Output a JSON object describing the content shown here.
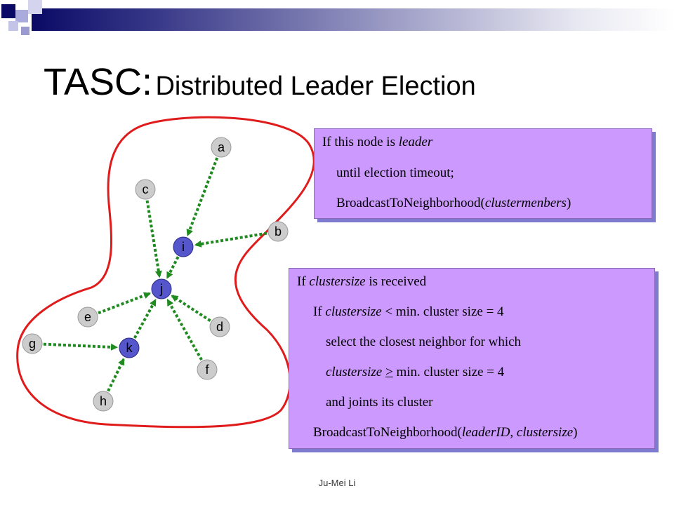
{
  "title": {
    "main": "TASC:",
    "sub": "Distributed Leader Election"
  },
  "nodes": [
    {
      "id": "a",
      "label": "a",
      "style": "plain"
    },
    {
      "id": "b",
      "label": "b",
      "style": "plain"
    },
    {
      "id": "c",
      "label": "c",
      "style": "plain"
    },
    {
      "id": "i",
      "label": "i",
      "style": "blue"
    },
    {
      "id": "j",
      "label": "j",
      "style": "blue"
    },
    {
      "id": "e",
      "label": "e",
      "style": "plain"
    },
    {
      "id": "d",
      "label": "d",
      "style": "plain"
    },
    {
      "id": "g",
      "label": "g",
      "style": "plain"
    },
    {
      "id": "k",
      "label": "k",
      "style": "blue"
    },
    {
      "id": "f",
      "label": "f",
      "style": "plain"
    },
    {
      "id": "h",
      "label": "h",
      "style": "plain"
    }
  ],
  "edges": [
    {
      "from": "a",
      "to": "i"
    },
    {
      "from": "b",
      "to": "i"
    },
    {
      "from": "c",
      "to": "j"
    },
    {
      "from": "i",
      "to": "j"
    },
    {
      "from": "e",
      "to": "j"
    },
    {
      "from": "d",
      "to": "j"
    },
    {
      "from": "f",
      "to": "j"
    },
    {
      "from": "k",
      "to": "j"
    },
    {
      "from": "g",
      "to": "k"
    },
    {
      "from": "h",
      "to": "k"
    }
  ],
  "box1": {
    "l1_a": "If this node is ",
    "l1_b": "leader",
    "l2": "until election timeout;",
    "l3_a": "BroadcastToNeighborhood(",
    "l3_b": "clustermenbers",
    "l3_c": ")"
  },
  "box2": {
    "l1_a": "If ",
    "l1_b": "clustersize",
    "l1_c": " is received",
    "l2_a": "If ",
    "l2_b": "clustersize",
    "l2_c": " < min. cluster size = 4",
    "l3": "select the closest neighbor for which",
    "l4_a": "clustersize",
    "l4_b": " ",
    "l4_c": ">",
    "l4_d": " min. cluster size = 4",
    "l5": "and joints its cluster",
    "l6_a": "BroadcastToNeighborhood(",
    "l6_b": "leaderID, clustersize",
    "l6_c": ")"
  },
  "footer": "Ju-Mei Li",
  "colors": {
    "node_plain": "#cccccc",
    "node_blue": "#5555cc",
    "edge": "#1f8a1f",
    "boundary": "#e01b1b",
    "box_fill": "#cc99ff",
    "header_dark": "#0a0a66"
  }
}
